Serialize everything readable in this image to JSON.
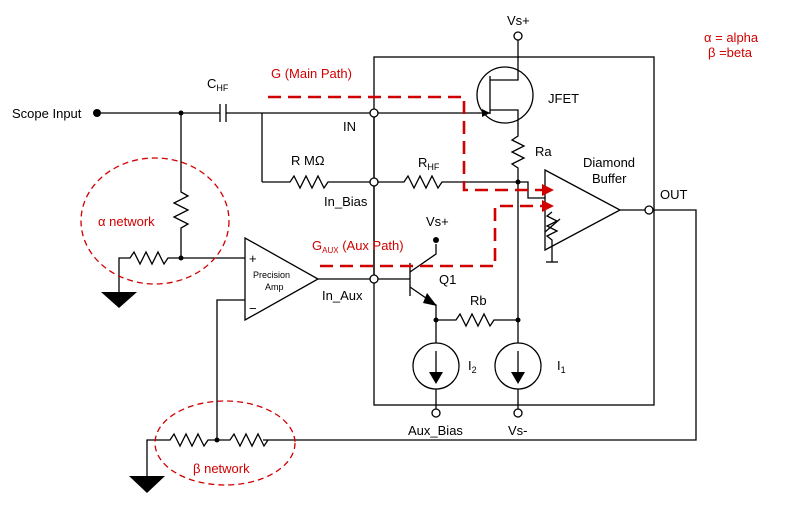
{
  "labels": {
    "scope_input": "Scope Input",
    "chf_main": "C",
    "chf_sub": "HF",
    "main_path": "G (Main Path)",
    "aux_path_g": "G",
    "aux_path_sub": "AUX",
    "aux_path_rest": " (Aux Path)",
    "r_mohm": "R MΩ",
    "rhf_main": "R",
    "rhf_sub": "HF",
    "in": "IN",
    "in_bias": "In_Bias",
    "in_aux": "In_Aux",
    "alpha_network": "α network",
    "beta_network": "β network",
    "precision_amp_line1": "Precision",
    "precision_amp_line2": "Amp",
    "plus_sign": "+",
    "minus_sign": "−",
    "vs_plus_top": "Vs+",
    "vs_plus_q1": "Vs+",
    "jfet": "JFET",
    "ra": "Ra",
    "rb": "Rb",
    "q1": "Q1",
    "diamond_line1": "Diamond",
    "diamond_line2": "Buffer",
    "out": "OUT",
    "i2_main": "I",
    "i2_sub": "2",
    "i1_main": "I",
    "i1_sub": "1",
    "aux_bias": "Aux_Bias",
    "vs_minus": "Vs-",
    "legend_alpha": "α = alpha",
    "legend_beta": "β =beta"
  },
  "colors": {
    "annotation": "#d00000",
    "wire": "#000000"
  }
}
